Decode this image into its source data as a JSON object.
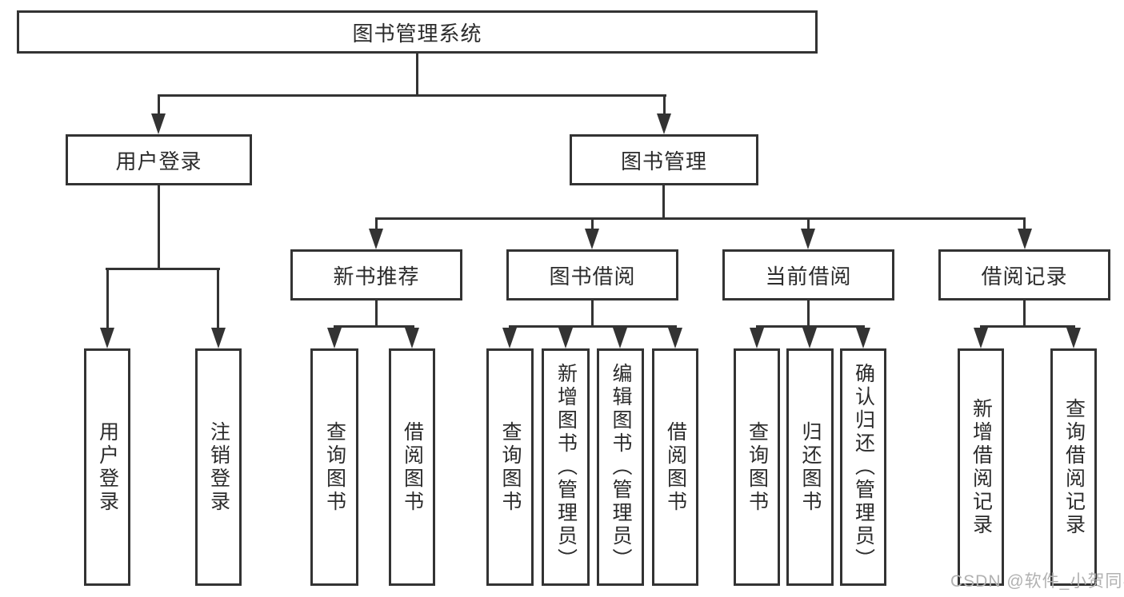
{
  "tree": {
    "root": {
      "label": "图书管理系统",
      "children": [
        {
          "label": "用户登录",
          "children": [
            {
              "label": "用户登录"
            },
            {
              "label": "注销登录"
            }
          ]
        },
        {
          "label": "图书管理",
          "children": [
            {
              "label": "新书推荐",
              "children": [
                {
                  "label": "查询图书"
                },
                {
                  "label": "借阅图书"
                }
              ]
            },
            {
              "label": "图书借阅",
              "children": [
                {
                  "label": "查询图书"
                },
                {
                  "label": "新增图书（管理员）"
                },
                {
                  "label": "编辑图书（管理员）"
                },
                {
                  "label": "借阅图书"
                }
              ]
            },
            {
              "label": "当前借阅",
              "children": [
                {
                  "label": "查询图书"
                },
                {
                  "label": "归还图书"
                },
                {
                  "label": "确认归还（管理员）"
                }
              ]
            },
            {
              "label": "借阅记录",
              "children": [
                {
                  "label": "新增借阅记录"
                },
                {
                  "label": "查询借阅记录"
                }
              ]
            }
          ]
        }
      ]
    }
  },
  "watermark": {
    "text": "CSDN @软件_小贺同学"
  },
  "colors": {
    "line": "#333333",
    "text": "#2b2b2b",
    "background": "#ffffff",
    "watermark": "#b1b1b1"
  }
}
